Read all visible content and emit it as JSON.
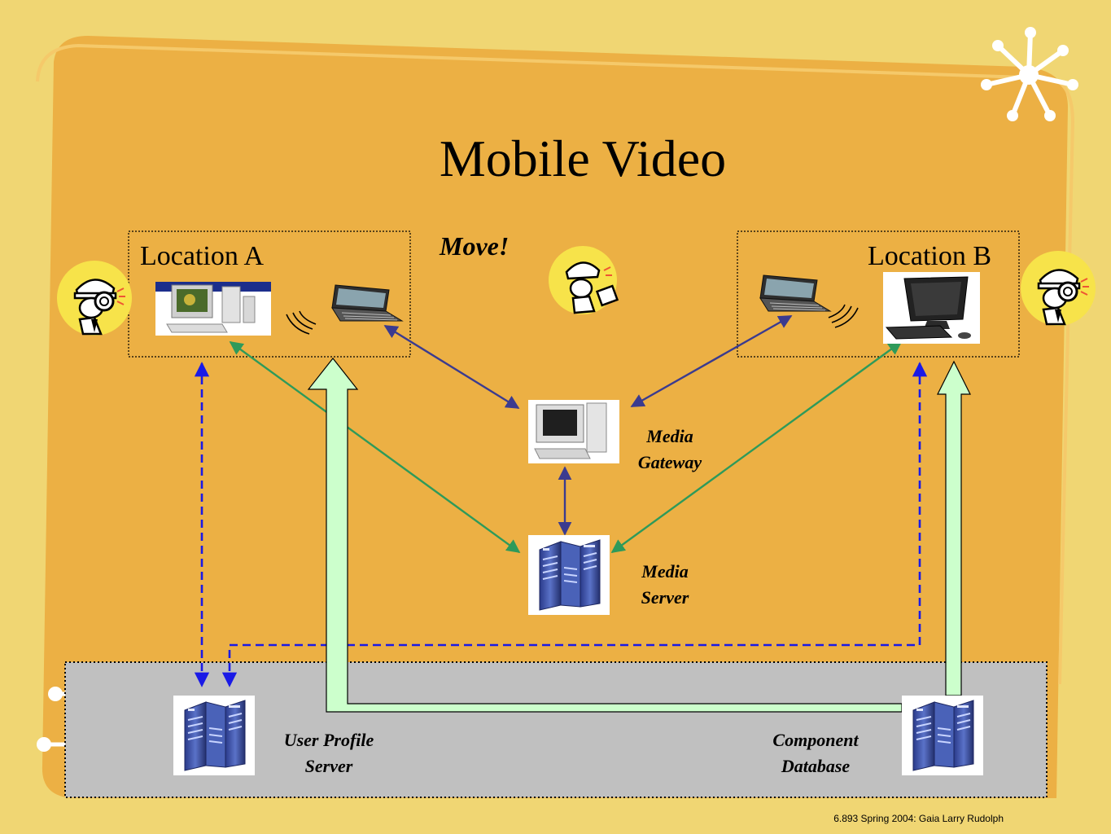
{
  "slide": {
    "title": "Mobile Video",
    "move_label": "Move!",
    "footer": "6.893 Spring 2004: Gaia  Larry Rudolph"
  },
  "locations": {
    "a": {
      "label": "Location  A"
    },
    "b": {
      "label": "Location  B"
    }
  },
  "nodes": {
    "media_gateway": {
      "line1": "Media",
      "line2": "Gateway"
    },
    "media_server": {
      "line1": "Media",
      "line2": "Server"
    },
    "user_profile_server": {
      "line1": "User Profile",
      "line2": "Server"
    },
    "component_database": {
      "line1": "Component",
      "line2": "Database"
    }
  },
  "colors": {
    "background": "#f0d673",
    "panel": "#ecb044",
    "server_zone": "#c0c0c0",
    "wireless_link": "#3b3b8f",
    "media_link": "#2e9a5a",
    "profile_link": "#1a1ae6",
    "component_link": "#ccffcc"
  },
  "icons": [
    "detective-icon",
    "walking-detective-icon",
    "desktop-pc-icon",
    "laptop-icon",
    "wireless-signal-icon",
    "server-tower-icon",
    "star-burst-icon"
  ]
}
